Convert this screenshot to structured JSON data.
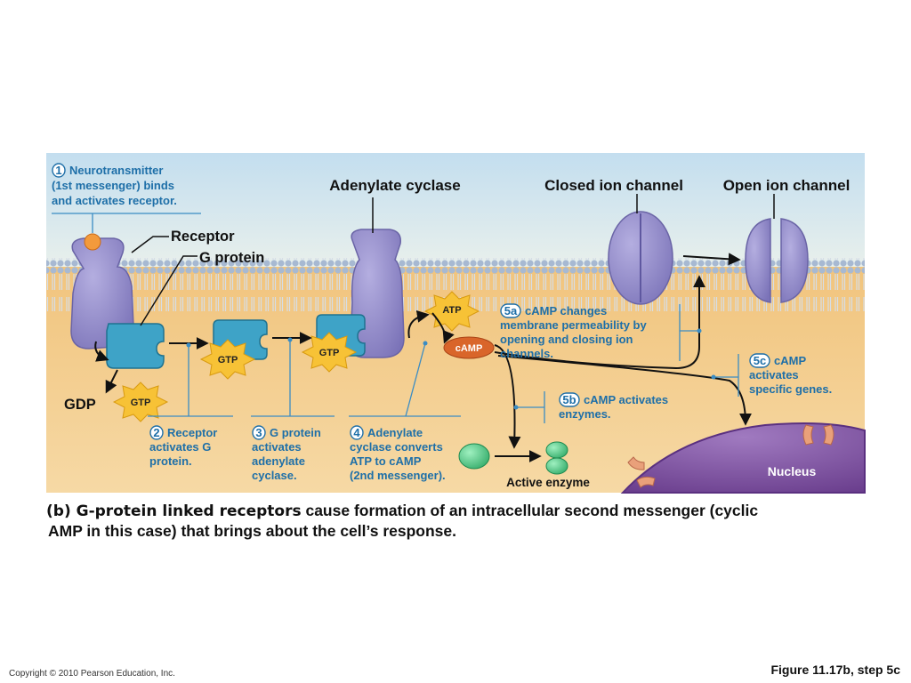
{
  "labels": {
    "adenylate_cyclase": "Adenylate cyclase",
    "closed_ion_channel": "Closed ion channel",
    "open_ion_channel": "Open ion channel",
    "receptor": "Receptor",
    "g_protein": "G protein",
    "gdp": "GDP",
    "gtp": "GTP",
    "atp": "ATP",
    "camp": "cAMP",
    "active_enzyme": "Active enzyme",
    "nucleus": "Nucleus"
  },
  "steps": [
    {
      "num": "1",
      "lines": [
        "Neurotransmitter",
        "(1st messenger) binds",
        "and activates receptor."
      ]
    },
    {
      "num": "2",
      "lines": [
        "Receptor",
        "activates G",
        "protein."
      ]
    },
    {
      "num": "3",
      "lines": [
        "G protein",
        "activates",
        "adenylate",
        "cyclase."
      ]
    },
    {
      "num": "4",
      "lines": [
        "Adenylate",
        "cyclase converts",
        "ATP to cAMP",
        "(2nd messenger)."
      ]
    },
    {
      "num": "5a",
      "lines": [
        "cAMP changes",
        "membrane permeability by",
        "opening and closing ion",
        "channels."
      ]
    },
    {
      "num": "5b",
      "lines": [
        "cAMP activates",
        "enzymes."
      ]
    },
    {
      "num": "5c",
      "lines": [
        "cAMP",
        "activates",
        "specific genes."
      ]
    }
  ],
  "caption": {
    "lead": "(b) G-protein linked receptors",
    "line1_rest": " cause formation of an intracellular second messenger (cyclic",
    "line2": "AMP in this case) that brings about the cell’s response."
  },
  "footer": {
    "copyright": "Copyright © 2010 Pearson Education, Inc.",
    "figure": "Figure 11.17b, step 5c"
  },
  "colors": {
    "extracellular_top": "#cfe4f0",
    "extracellular_bottom": "#e8f0ea",
    "cytoplasm": "#f3c77e",
    "membrane_lipid": "#9fb3cf",
    "membrane_tail": "#dfe6ee",
    "protein": "#8d86c4",
    "g_protein": "#3ea3c7",
    "gtp_star": "#f7c236",
    "camp_oval": "#d9652a",
    "enzyme": "#3db874",
    "nucleus": "#7b4f9c",
    "step_text": "#1e6fa8",
    "connector": "#3a8cc4"
  }
}
